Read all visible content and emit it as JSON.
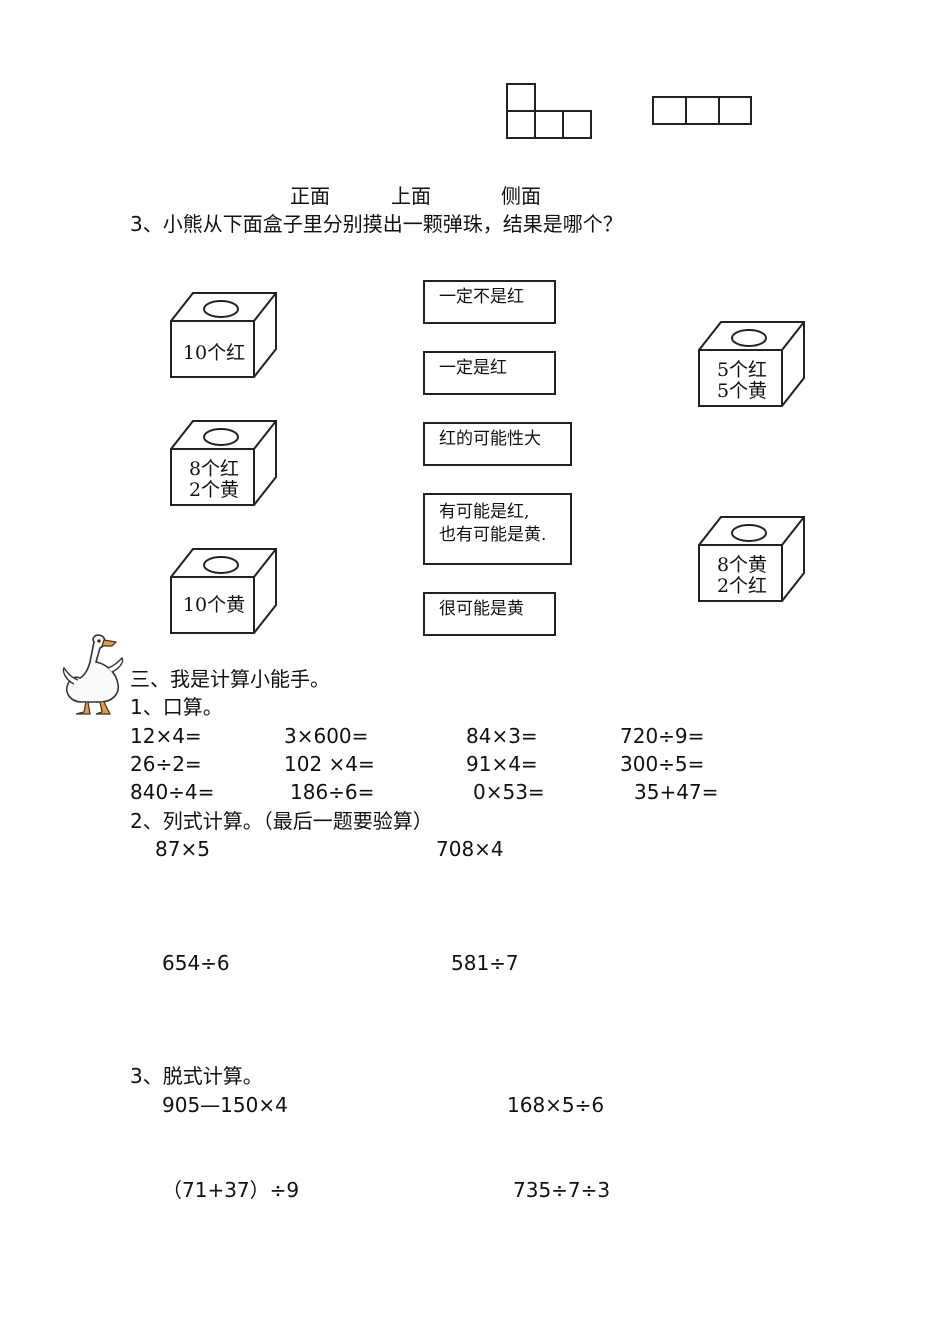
{
  "views": {
    "front": "正面",
    "top": "上面",
    "side": "侧面"
  },
  "q3": {
    "title": "3、小熊从下面盒子里分别摸出一颗弹珠，结果是哪个？",
    "boxes_left": [
      "10个红",
      "8个红\n2个黄",
      "10个黄"
    ],
    "options": [
      "一定不是红",
      "一定是红",
      "红的可能性大",
      "有可能是红,\n也有可能是黄.",
      "很可能是黄"
    ],
    "boxes_right": [
      "5个红\n5个黄",
      "8个黄\n2个红"
    ]
  },
  "section3": {
    "title": "三、我是计算小能手。"
  },
  "oral": {
    "title": "1、口算。",
    "rows": [
      [
        "12×4=",
        "3×600=",
        "84×3=",
        "720÷9="
      ],
      [
        "26÷2=",
        "102 ×4=",
        "91×4=",
        "300÷5="
      ],
      [
        "840÷4=",
        "186÷6=",
        "0×53=",
        "35+47="
      ]
    ]
  },
  "vertical": {
    "title": "2、列式计算。（最后一题要验算）",
    "items": [
      "87×5",
      "708×4",
      "654÷6",
      "581÷7"
    ]
  },
  "stepwise": {
    "title": "3、脱式计算。",
    "items": [
      "905—150×4",
      "168×5÷6",
      "（71+37）÷9",
      "735÷7÷3"
    ]
  }
}
